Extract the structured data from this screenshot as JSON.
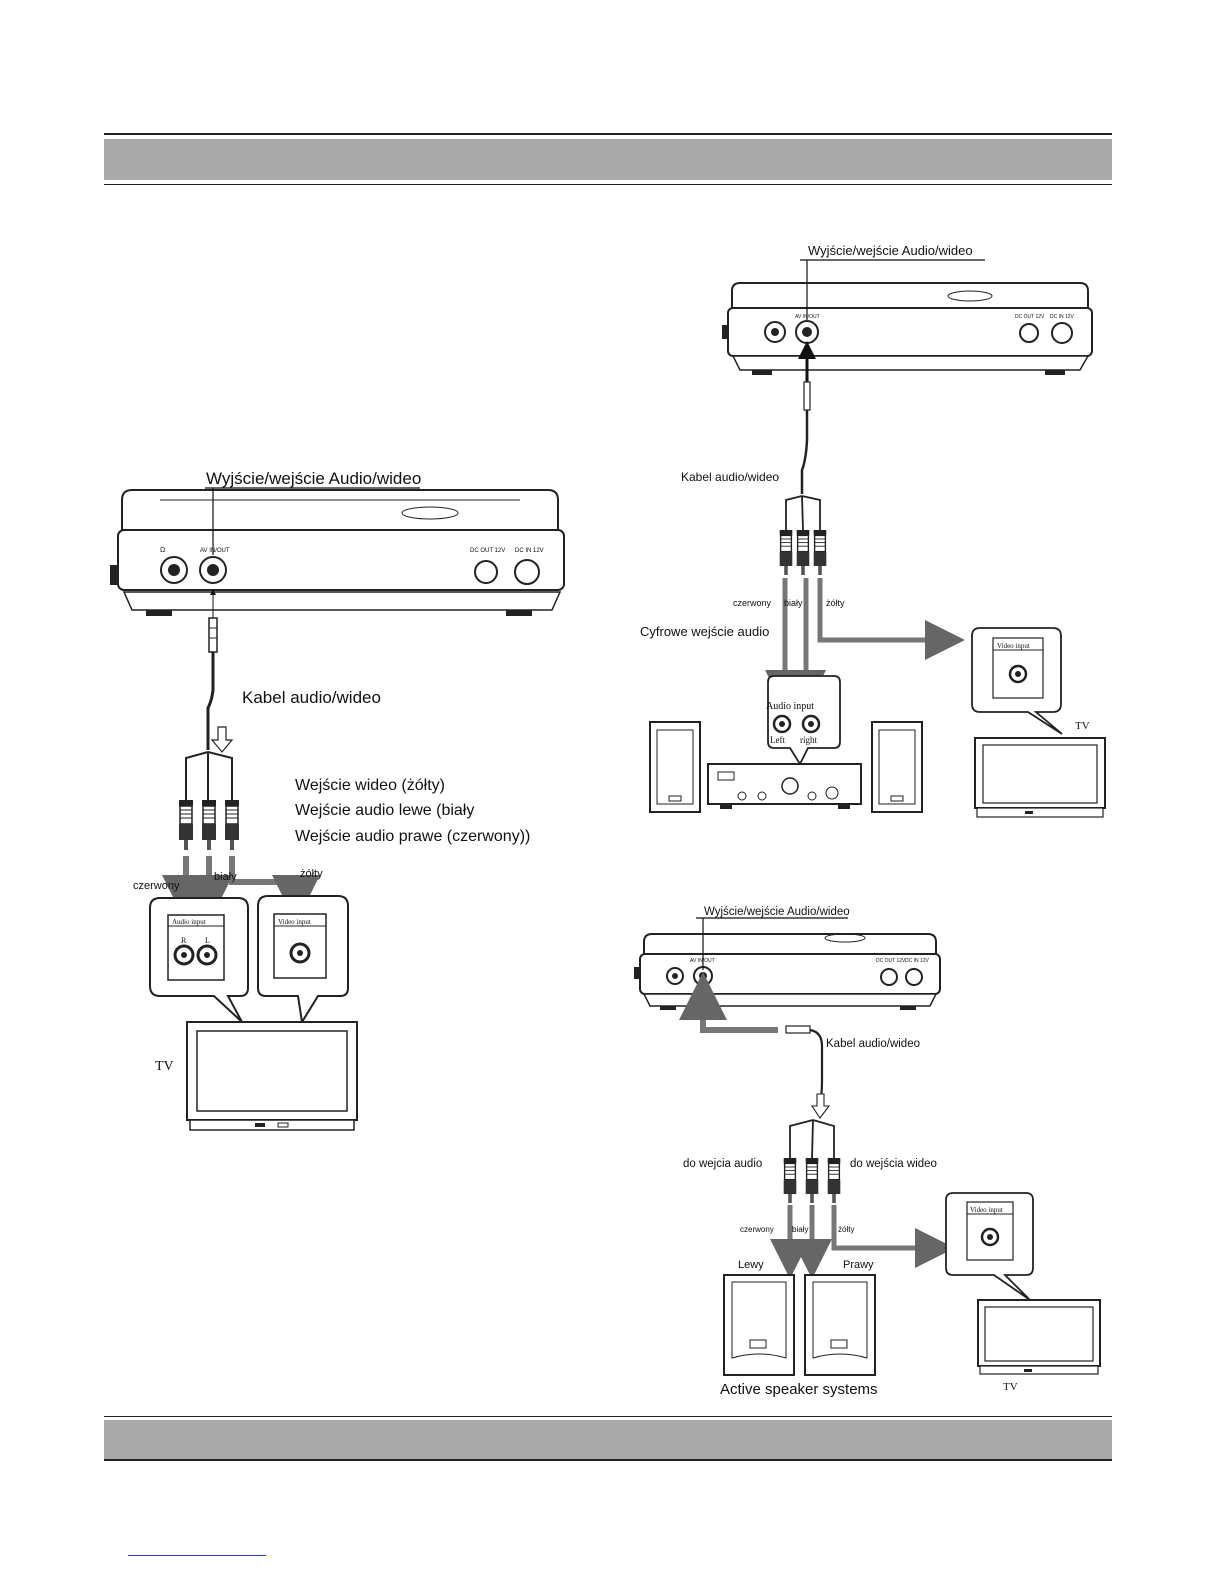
{
  "diagram_1": {
    "av_port_label": "Wyjście/wejście Audio/wideo",
    "cable_label": "Kabel audio/wideo",
    "input_video": "Wejście wideo (żółty)",
    "input_audio_left": "Wejście audio lewe (biały",
    "input_audio_right": "Wejście audio prawe (czerwony))",
    "red": "czerwony",
    "white": "biały",
    "yellow": "żółty",
    "audio_input_panel": "Audio input",
    "audio_r": "R",
    "audio_l": "L",
    "video_input_panel": "Video input",
    "tv_label": "TV"
  },
  "diagram_2": {
    "av_port_label": "Wyjście/wejście Audio/wideo",
    "cable_label": "Kabel audio/wideo",
    "red": "czerwony",
    "white": "biały",
    "yellow": "żółty",
    "digital_input": "Cyfrowe wejście audio",
    "audio_input_panel": "Audio input",
    "left": "Left",
    "right": "right",
    "video_input_panel": "Video input",
    "tv_label": "TV"
  },
  "diagram_3": {
    "av_port_label": "Wyjście/wejście Audio/wideo",
    "cable_label": "Kabel audio/wideo",
    "to_audio": "do wejcia audio",
    "to_video": "do wejścia wideo",
    "red": "czerwony",
    "white": "biały",
    "yellow": "żółty",
    "left_speaker": "Lewy",
    "right_speaker": "Prawy",
    "speakers_caption": "Active speaker systems",
    "video_input_panel": "Video input",
    "tv_label": "TV"
  },
  "device_port_labels": {
    "av_in_out": "AV IN/OUT",
    "dc_out": "DC OUT 12V",
    "dc_in": "DC IN 12V"
  }
}
